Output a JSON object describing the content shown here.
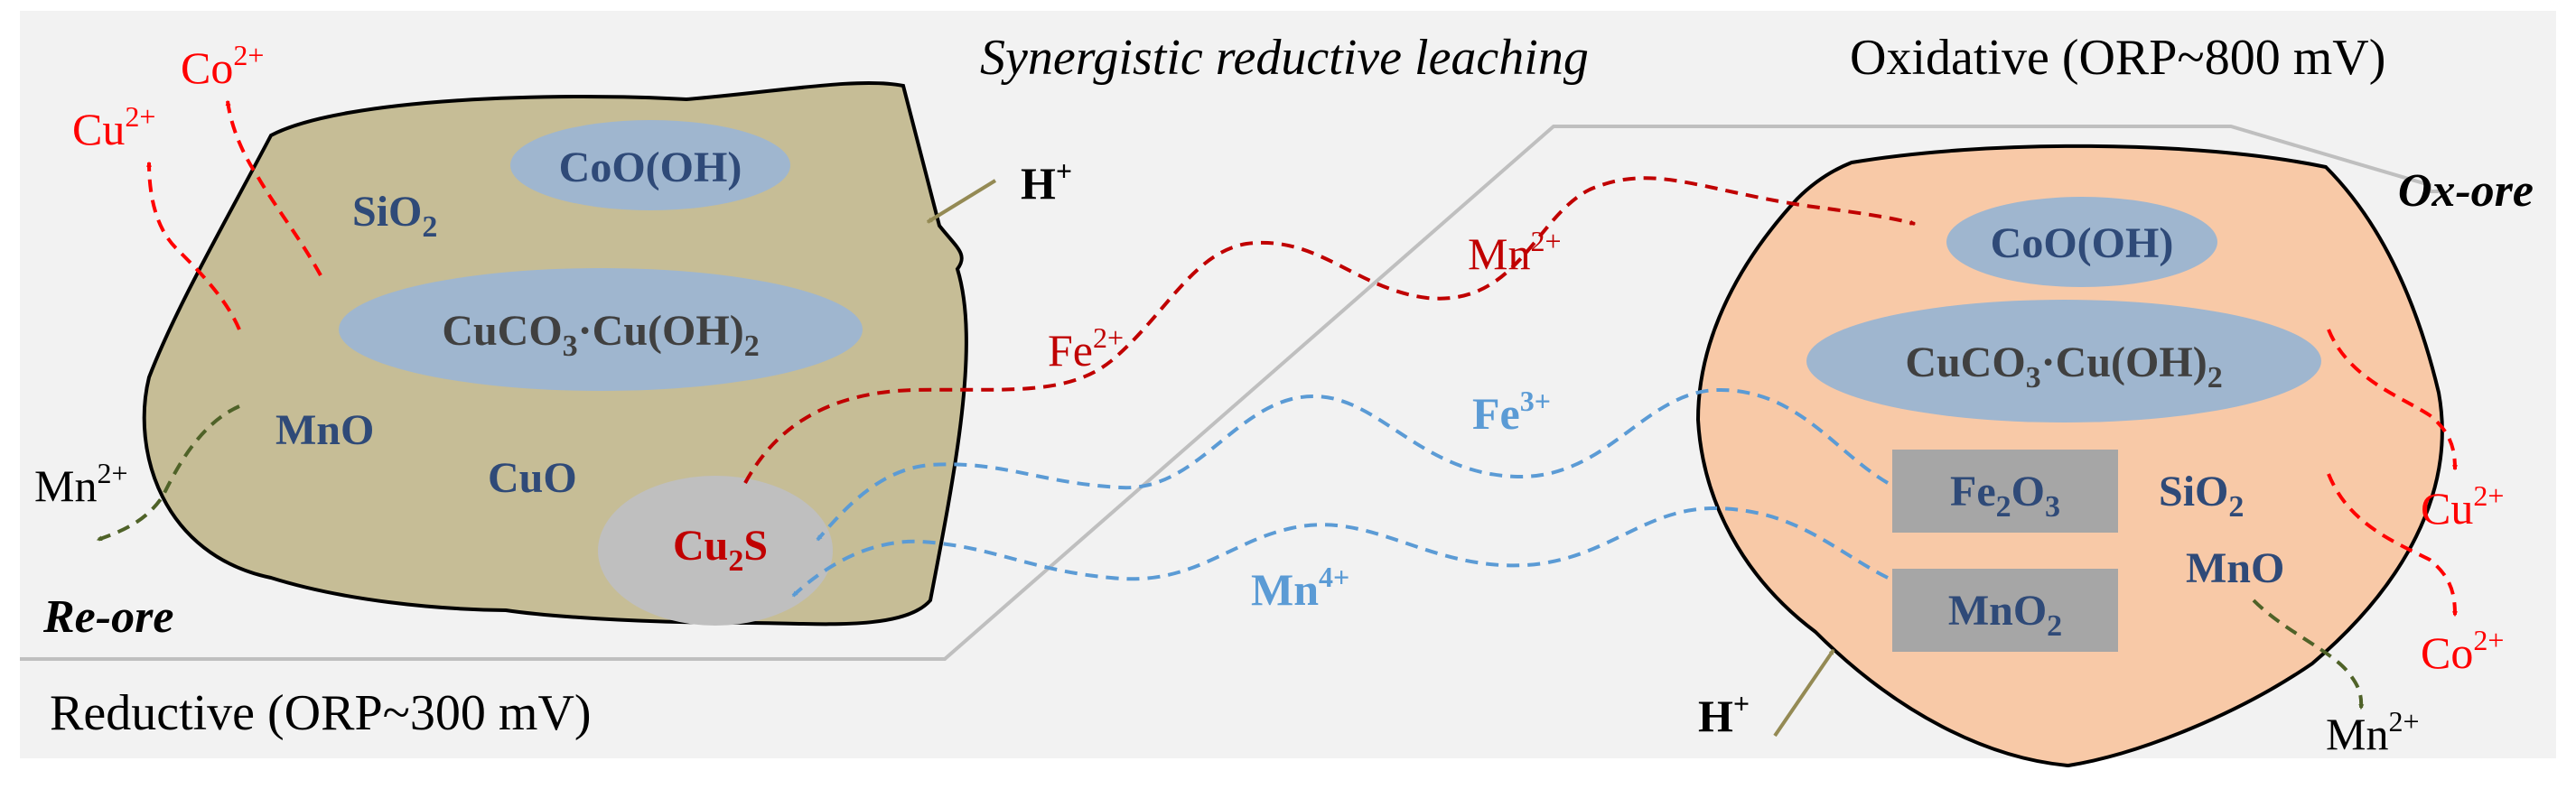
{
  "title": "Synergistic reductive leaching",
  "region_oxidative": "Oxidative (ORP~800 mV)",
  "region_reductive": "Reductive (ORP~300 mV)",
  "colors": {
    "background": "#f2f2f2",
    "border_line": "#bfbfbf",
    "re_ore_fill": "#c6bd96",
    "ox_ore_fill": "#f8c9a7",
    "mineral_ellipse": "#9fb6cf",
    "mineral_box": "#a6a6a6",
    "cu2s_fill": "#bfbfbf",
    "label_navy": "#2f4a78",
    "red_ion": "#ff0000",
    "dark_red_path": "#c00000",
    "blue_path": "#5b9bd5",
    "olive_path": "#4f6228",
    "proton_arrow": "#948a54"
  },
  "re_ore": {
    "label": "Re-ore",
    "minerals": {
      "cooh": {
        "main": "CoO(OH)"
      },
      "sio2": {
        "main": "SiO",
        "sub": "2"
      },
      "malachite": {
        "main1": "CuCO",
        "sub1": "3",
        "main2": "·Cu(OH)",
        "sub2": "2"
      },
      "mno": {
        "main": "MnO"
      },
      "cuo": {
        "main": "CuO"
      },
      "cu2s": {
        "main1": "Cu",
        "sub1": "2",
        "main2": "S"
      }
    },
    "h_plus": {
      "base": "H",
      "sup": "+"
    },
    "ions_out": {
      "cu": {
        "base": "Cu",
        "sup": "2+"
      },
      "co": {
        "base": "Co",
        "sup": "2+"
      },
      "mn": {
        "base": "Mn",
        "sup": "2+"
      }
    }
  },
  "ox_ore": {
    "label": "Ox-ore",
    "minerals": {
      "cooh": {
        "main": "CoO(OH)"
      },
      "malachite": {
        "main1": "CuCO",
        "sub1": "3",
        "main2": "·Cu(OH)",
        "sub2": "2"
      },
      "fe2o3": {
        "main1": "Fe",
        "sub1": "2",
        "main2": "O",
        "sub2": "3"
      },
      "mno2": {
        "main": "MnO",
        "sub": "2"
      },
      "sio2": {
        "main": "SiO",
        "sub": "2"
      },
      "mno": {
        "main": "MnO"
      }
    },
    "h_plus": {
      "base": "H",
      "sup": "+"
    },
    "ions_out": {
      "cu": {
        "base": "Cu",
        "sup": "2+"
      },
      "co": {
        "base": "Co",
        "sup": "2+"
      },
      "mn": {
        "base": "Mn",
        "sup": "2+"
      }
    }
  },
  "transfer": {
    "mn2": {
      "base": "Mn",
      "sup": "2+"
    },
    "fe2": {
      "base": "Fe",
      "sup": "2+"
    },
    "fe3": {
      "base": "Fe",
      "sup": "3+"
    },
    "mn4": {
      "base": "Mn",
      "sup": "4+"
    }
  }
}
